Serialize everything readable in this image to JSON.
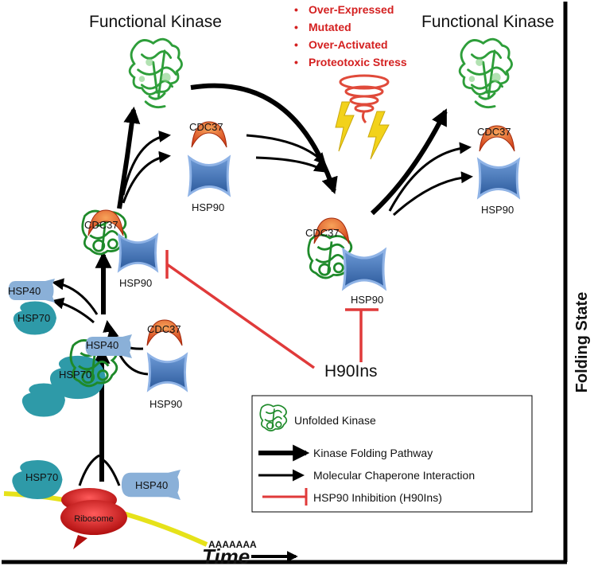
{
  "titles": {
    "functional_left": "Functional Kinase",
    "functional_right": "Functional Kinase"
  },
  "stress_list": [
    "Over-Expressed",
    "Mutated",
    "Over-Activated",
    "Proteotoxic Stress"
  ],
  "labels": {
    "cdc37": "CDC37",
    "hsp90": "HSP90",
    "hsp70": "HSP70",
    "hsp40": "HSP40",
    "ribosome": "Ribosome",
    "polya": "AAAAAAA",
    "inhibitor": "H90Ins"
  },
  "axes": {
    "x_label": "Time",
    "y_label": "Folding State"
  },
  "legend": {
    "items": [
      {
        "label": "Unfolded Kinase"
      },
      {
        "label": "Kinase Folding Pathway"
      },
      {
        "label": "Molecular Chaperone Interaction"
      },
      {
        "label": "HSP90 Inhibition (H90Ins)"
      }
    ]
  },
  "colors": {
    "hsp90": "#3d6fb6",
    "cdc37": "#e2541e",
    "hsp70": "#2e9aa8",
    "hsp40": "#8ab0d8",
    "kinase": "#2e9e3a",
    "ribosome": "#d91c1c",
    "mrna": "#e6e21a",
    "inhibition": "#e03a3a",
    "stress_text": "#d42020"
  }
}
